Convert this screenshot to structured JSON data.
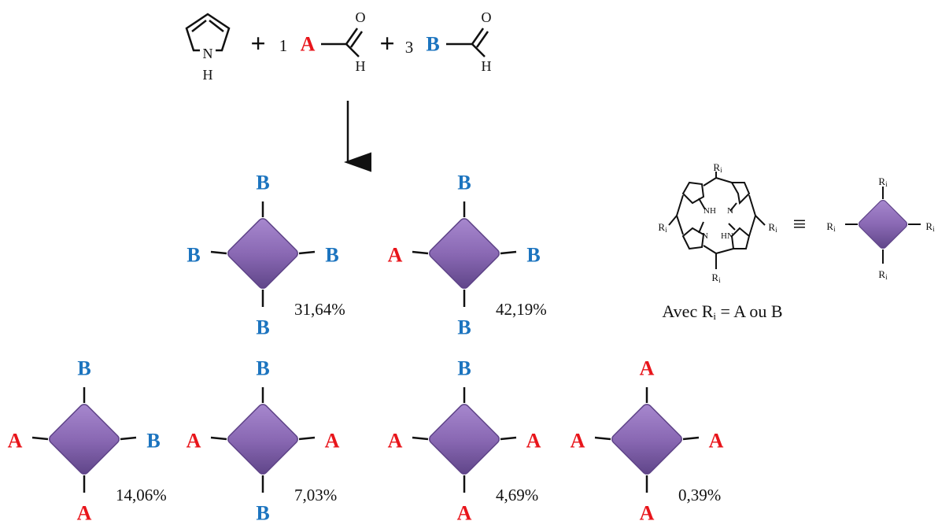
{
  "colors": {
    "A": "#e8151b",
    "B": "#1c74bf",
    "diamond": "#8e6cb7",
    "diamond_dark": "#5f4488"
  },
  "reaction": {
    "plus1": "+",
    "coef_a": "1",
    "label_a": "A",
    "plus2": "+",
    "coef_b": "3",
    "label_b": "B",
    "pyrrole_n": "N",
    "pyrrole_h": "H",
    "aldehyde_o": "O",
    "aldehyde_h": "H"
  },
  "porphyrins": [
    {
      "top": "B",
      "left": "B",
      "right": "B",
      "bottom": "B",
      "percent": "31,64%"
    },
    {
      "top": "B",
      "left": "A",
      "right": "B",
      "bottom": "B",
      "percent": "42,19%"
    },
    {
      "top": "B",
      "left": "A",
      "right": "B",
      "bottom": "A",
      "percent": "14,06%"
    },
    {
      "top": "B",
      "left": "A",
      "right": "A",
      "bottom": "B",
      "percent": "7,03%"
    },
    {
      "top": "B",
      "left": "A",
      "right": "A",
      "bottom": "A",
      "percent": "4,69%"
    },
    {
      "top": "A",
      "left": "A",
      "right": "A",
      "bottom": "A",
      "percent": "0,39%"
    }
  ],
  "legend": {
    "substituent": "R",
    "subscript": "i",
    "nh": "NH",
    "n": "N",
    "hn": "HN",
    "equiv": "≡",
    "caption_pre": "Avec R",
    "caption_sub": "i",
    "caption_post": " = A ou B"
  }
}
